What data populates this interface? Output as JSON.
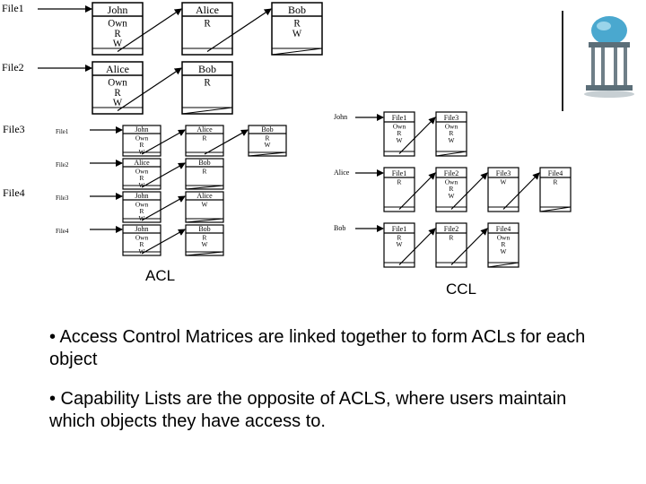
{
  "acl_large": {
    "rows": [
      {
        "label": "File1",
        "cells": [
          [
            "John",
            "Own",
            "R",
            "W"
          ],
          [
            "Alice",
            "R"
          ],
          [
            "Bob",
            "R",
            "W"
          ]
        ]
      },
      {
        "label": "File2",
        "cells": [
          [
            "Alice",
            "Own",
            "R",
            "W"
          ],
          [
            "Bob",
            "R"
          ]
        ]
      }
    ]
  },
  "acl_small": {
    "side_labels": [
      "File3",
      "File4"
    ],
    "rows": [
      {
        "label": "File1",
        "cells": [
          [
            "John",
            "Own",
            "R",
            "W"
          ],
          [
            "Alice",
            "R"
          ],
          [
            "Bob",
            "R",
            "W"
          ]
        ]
      },
      {
        "label": "File2",
        "cells": [
          [
            "Alice",
            "Own",
            "R",
            "W"
          ],
          [
            "Bob",
            "R"
          ]
        ]
      },
      {
        "label": "File3",
        "cells": [
          [
            "John",
            "Own",
            "R",
            "W"
          ],
          [
            "Alice",
            "W"
          ]
        ]
      },
      {
        "label": "File4",
        "cells": [
          [
            "John",
            "Own",
            "R",
            "W"
          ],
          [
            "Bob",
            "R",
            "W"
          ]
        ]
      }
    ]
  },
  "ccl": {
    "rows": [
      {
        "label": "John",
        "cells": [
          [
            "File1",
            "Own",
            "R",
            "W"
          ],
          [
            "File3",
            "Own",
            "R",
            "W"
          ]
        ]
      },
      {
        "label": "Alice",
        "cells": [
          [
            "File1",
            "R"
          ],
          [
            "File2",
            "Own",
            "R",
            "W"
          ],
          [
            "File3",
            "W"
          ],
          [
            "File4",
            "R"
          ]
        ]
      },
      {
        "label": "Bob",
        "cells": [
          [
            "File1",
            "R",
            "W"
          ],
          [
            "File2",
            "R"
          ],
          [
            "File4",
            "Own",
            "R",
            "W"
          ]
        ]
      }
    ]
  },
  "captions": {
    "acl": "ACL",
    "ccl": "CCL"
  },
  "bullets": [
    "• Access Control Matrices are linked together to form ACLs for each object",
    "• Capability Lists are the opposite of ACLS, where users maintain which objects they have access to."
  ],
  "colors": {
    "ink": "#000000",
    "logo": "#4aa8cf"
  }
}
